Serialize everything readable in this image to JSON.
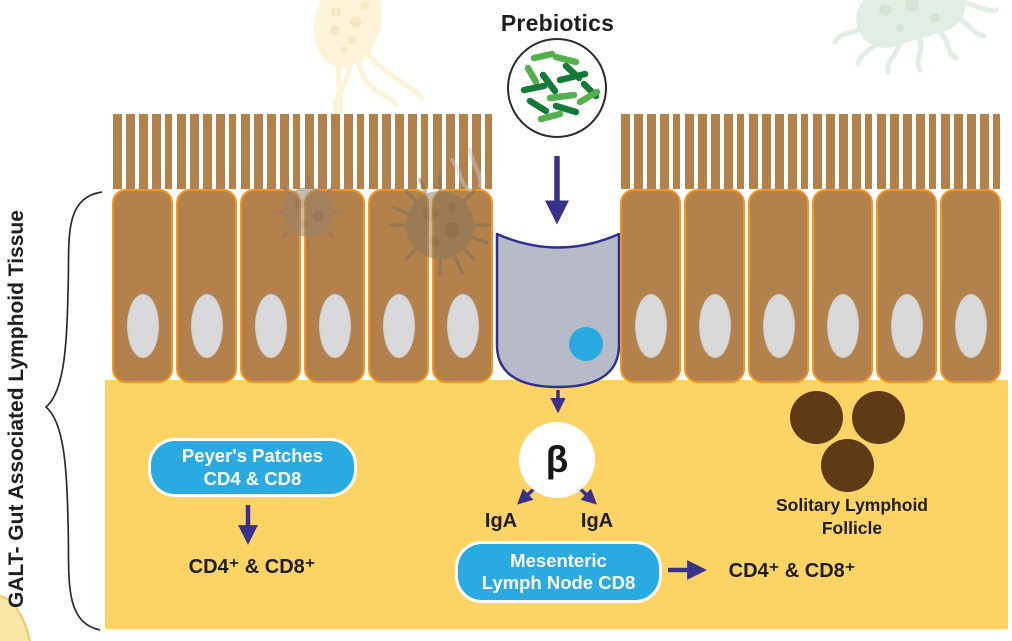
{
  "figure": {
    "title": "Prebiotics",
    "side_label": "GALT- Gut Associated Lymphoid Tissue"
  },
  "nodes": {
    "peyers_patches": {
      "line1": "Peyer's Patches",
      "line2": "CD4 & CD8"
    },
    "mesenteric": {
      "line1": "Mesenteric",
      "line2": "Lymph Node CD8"
    },
    "beta": "β",
    "iga_left": "IgA",
    "iga_right": "IgA",
    "cd_under_peyers": "CD4⁺ & CD8⁺",
    "cd_right_of_mesenteric": "CD4⁺ & CD8⁺",
    "solitary": {
      "line1": "Solitary Lymphoid",
      "line2": "Follicle"
    }
  },
  "icons": {
    "prebiotic_capsule": "circle-of-green-rod-bacteria-icon",
    "crypt": "m-cell-crypt-icon",
    "viruses": "faint-virus-particles-icon",
    "decor_bacteria": [
      "pale-yellow-bacterium-icon",
      "pale-green-bacterium-icon"
    ]
  },
  "colors": {
    "accent_blue": "#29abe2",
    "arrow_indigo": "#39318c",
    "outline_navy": "#2e3192",
    "cell_brown": "#b3814b",
    "cell_border_orange": "#f7941d",
    "lamina_yellow": "#fcd466",
    "crypt_gray": "#b6bbc7",
    "follicle_brown": "#5e3a17",
    "nucleus_gray": "#d9d9d9",
    "bacteria_green_light": "#53b04a",
    "bacteria_green_dark": "#157a38",
    "text_black": "#1e1d22"
  }
}
